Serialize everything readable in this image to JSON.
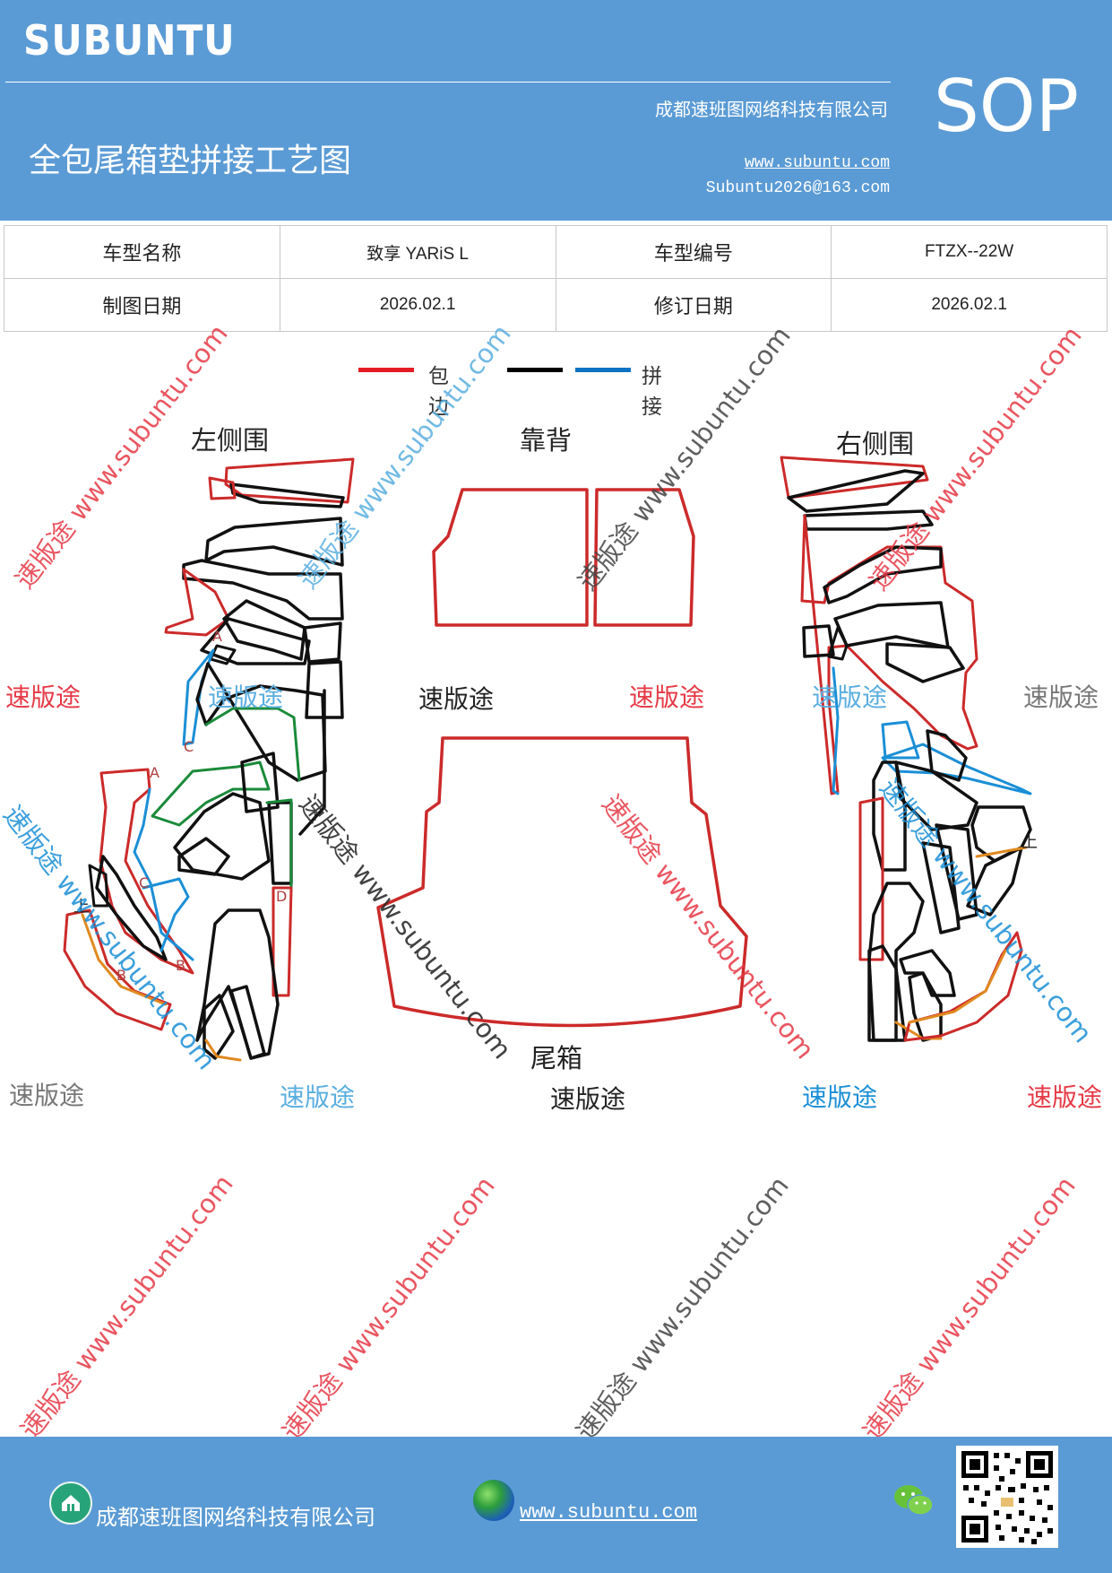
{
  "header": {
    "brand": "SUBUNTU",
    "company": "成都速班图网络科技有限公司",
    "sop": "SOP",
    "title": "全包尾箱垫拼接工艺图",
    "website": "www.subuntu.com",
    "email": "Subuntu2026@163.com"
  },
  "info_table": {
    "model_name_label": "车型名称",
    "model_name_value": "致享 YARiS L",
    "model_code_label": "车型编号",
    "model_code_value": "FTZX--22W",
    "draw_date_label": "制图日期",
    "draw_date_value": "2026.02.1",
    "revise_date_label": "修订日期",
    "revise_date_value": "2026.02.1"
  },
  "legend": {
    "items": [
      {
        "label": "包边",
        "color": "#e31c23"
      },
      {
        "label": "",
        "color": "#000000"
      },
      {
        "label": "拼接",
        "color": "#0b72c4"
      }
    ]
  },
  "sections": {
    "left_side": "左侧围",
    "backrest": "靠背",
    "right_side": "右侧围",
    "trunk": "尾箱"
  },
  "part_marks": [
    "A",
    "C",
    "A",
    "C",
    "上",
    "B",
    "B",
    "D",
    "上"
  ],
  "watermarks": {
    "word": "速版途",
    "diagonal": "速版途 www.subuntu.com",
    "colors": {
      "red": "#e63946",
      "blue": "#5aaee0",
      "gray": "#777777",
      "black": "#222222"
    }
  },
  "footer": {
    "company": "成都速班图网络科技有限公司",
    "website": "www.subuntu.com ",
    "icons": [
      "home-icon",
      "globe-icon",
      "wechat-icon",
      "qr-code"
    ]
  }
}
